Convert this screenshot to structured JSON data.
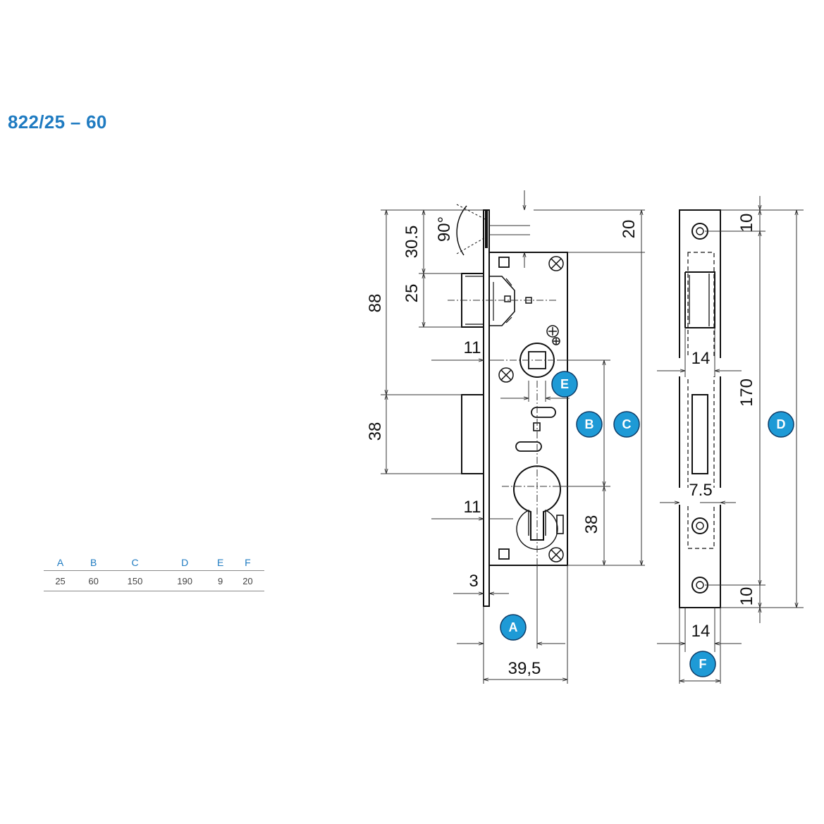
{
  "title": "822/25 – 60",
  "table": {
    "headers": [
      "A",
      "B",
      "C",
      "D",
      "E",
      "F"
    ],
    "values": [
      "25",
      "60",
      "150",
      "190",
      "9",
      "20"
    ]
  },
  "dims": {
    "d_88": "88",
    "d_30_5": "30.5",
    "d_90deg": "90°",
    "d_25": "25",
    "d_20": "20",
    "d_11_top": "11",
    "d_38_left": "38",
    "d_11_bottom": "11",
    "d_38_right": "38",
    "d_3": "3",
    "d_39_5": "39,5",
    "d_10_top": "10",
    "d_14_top": "14",
    "d_170": "170",
    "d_7_5": "7.5",
    "d_10_bottom": "10",
    "d_14_bottom": "14"
  },
  "badges": {
    "a": "A",
    "b": "B",
    "c": "C",
    "d": "D",
    "e": "E",
    "f": "F"
  },
  "colors": {
    "brand_blue": "#1f7bc1",
    "badge_fill": "#1e9ad6"
  }
}
